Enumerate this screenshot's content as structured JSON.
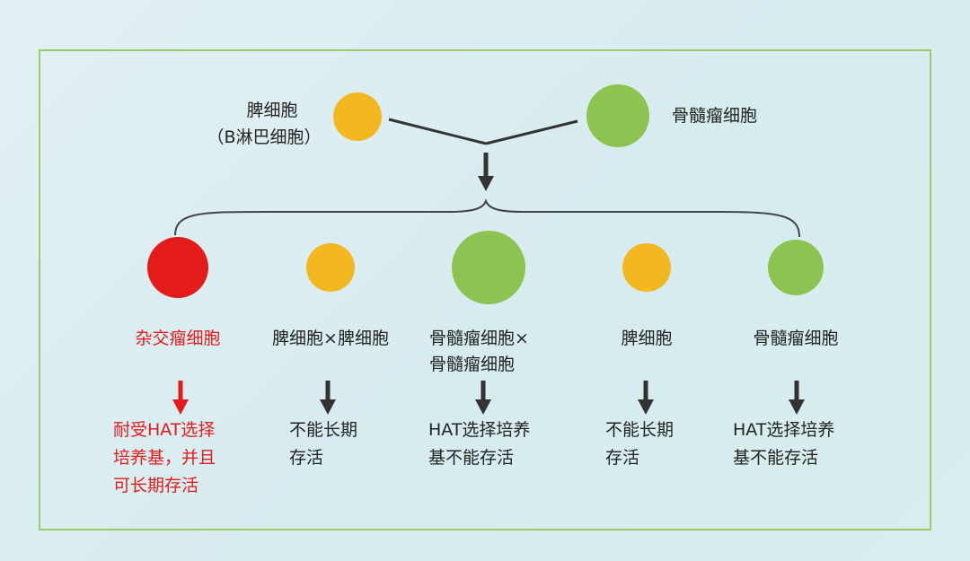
{
  "inputs": {
    "spleen_cell": {
      "line1": "脾细胞",
      "line2": "（B淋巴细胞）",
      "color": "#f3b81f"
    },
    "myeloma_cell": {
      "label": "骨髓瘤细胞",
      "color": "#8dc451"
    }
  },
  "outcomes": [
    {
      "label": "杂交瘤细胞",
      "description": [
        "耐受HAT选择",
        "培养基，并且",
        "可长期存活"
      ],
      "color": "#e31b1b",
      "highlight": true
    },
    {
      "label": "脾细胞×脾细胞",
      "description": [
        "不能长期",
        "存活"
      ],
      "color": "#f3b81f",
      "highlight": false
    },
    {
      "label": "骨髓瘤细胞×",
      "label2": "骨髓瘤细胞",
      "description": [
        "HAT选择培养",
        "基不能存活"
      ],
      "color": "#8dc451",
      "highlight": false
    },
    {
      "label": "脾细胞",
      "description": [
        "不能长期",
        "存活"
      ],
      "color": "#f3b81f",
      "highlight": false
    },
    {
      "label": "骨髓瘤细胞",
      "description": [
        "HAT选择培养",
        "基不能存活"
      ],
      "color": "#8dc451",
      "highlight": false
    }
  ],
  "colors": {
    "frame": "#9ccc6a",
    "arrow": "#333333",
    "highlight_arrow": "#e31b1b"
  }
}
